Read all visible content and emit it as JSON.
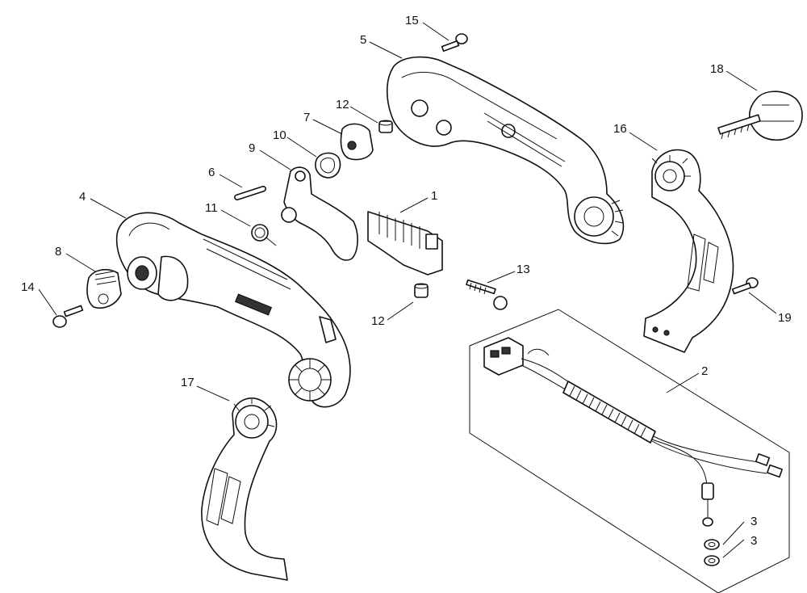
{
  "diagram": {
    "callouts": [
      {
        "id": "1",
        "text": "1"
      },
      {
        "id": "2",
        "text": "2"
      },
      {
        "id": "3a",
        "text": "3"
      },
      {
        "id": "3b",
        "text": "3"
      },
      {
        "id": "4",
        "text": "4"
      },
      {
        "id": "5",
        "text": "5"
      },
      {
        "id": "6",
        "text": "6"
      },
      {
        "id": "7",
        "text": "7"
      },
      {
        "id": "8",
        "text": "8"
      },
      {
        "id": "9",
        "text": "9"
      },
      {
        "id": "10",
        "text": "10"
      },
      {
        "id": "11",
        "text": "11"
      },
      {
        "id": "12a",
        "text": "12"
      },
      {
        "id": "12b",
        "text": "12"
      },
      {
        "id": "13",
        "text": "13"
      },
      {
        "id": "14",
        "text": "14"
      },
      {
        "id": "15",
        "text": "15"
      },
      {
        "id": "16",
        "text": "16"
      },
      {
        "id": "17",
        "text": "17"
      },
      {
        "id": "18",
        "text": "18"
      },
      {
        "id": "19",
        "text": "19"
      }
    ]
  }
}
